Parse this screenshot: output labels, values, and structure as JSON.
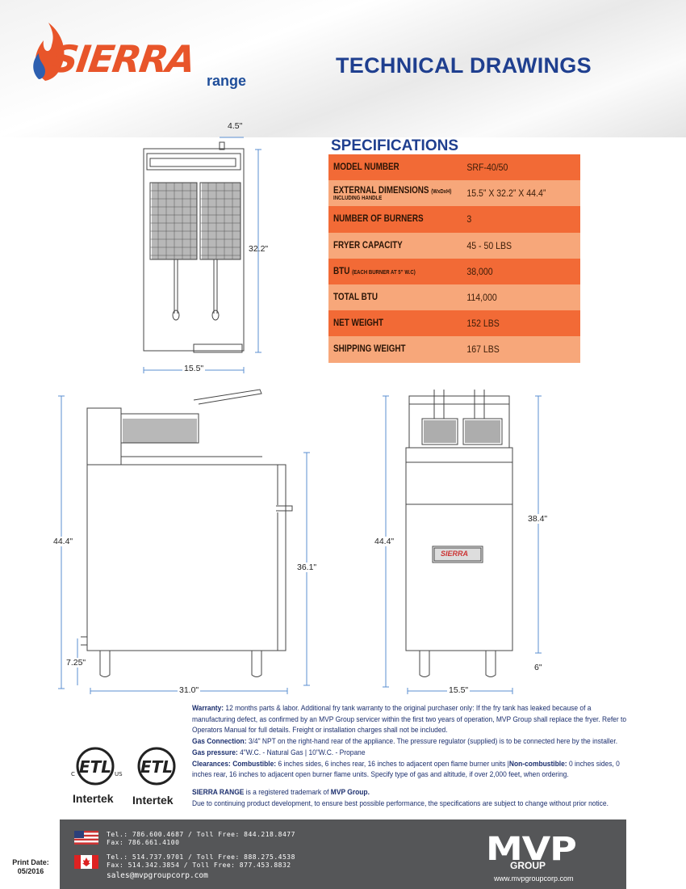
{
  "brand": {
    "logo_text": "SIERRA",
    "logo_sub": "range"
  },
  "page_title": "TECHNICAL DRAWINGS",
  "specifications": {
    "title": "SPECIFICATIONS",
    "rows": [
      {
        "label": "MODEL NUMBER",
        "note": "",
        "sub": "",
        "value": "SRF-40/50"
      },
      {
        "label": "EXTERNAL DIMENSIONS",
        "note": "(WxDxH)",
        "sub": "INCLUDING HANDLE",
        "value": "15.5” X 32.2” X 44.4”"
      },
      {
        "label": "NUMBER OF BURNERS",
        "note": "",
        "sub": "",
        "value": "3"
      },
      {
        "label": "FRYER CAPACITY",
        "note": "",
        "sub": "",
        "value": "45 - 50 LBS"
      },
      {
        "label": "BTU",
        "note": "(EACH BURNER AT 5” W.C)",
        "sub": "",
        "value": "38,000"
      },
      {
        "label": "TOTAL BTU",
        "note": "",
        "sub": "",
        "value": "114,000"
      },
      {
        "label": "NET WEIGHT",
        "note": "",
        "sub": "",
        "value": "152 LBS"
      },
      {
        "label": "SHIPPING WEIGHT",
        "note": "",
        "sub": "",
        "value": "167 LBS"
      }
    ]
  },
  "dimensions": {
    "top_width_small": "4.5\"",
    "top_depth": "32.2\"",
    "top_width": "15.5\"",
    "side_height": "44.4\"",
    "side_body_height": "36.1\"",
    "side_leg_height": "7.25\"",
    "side_depth": "31.0\"",
    "front_height": "44.4\"",
    "front_body_height": "38.4\"",
    "front_leg": "6\"",
    "front_width": "15.5\""
  },
  "front_badge": "SIERRA",
  "notes": {
    "warranty_label": "Warranty:",
    "warranty_text": "12 months parts & labor. Additional fry tank warranty to the original purchaser only: If the fry tank has leaked because of a manufacturing defect, as confirmed by an MVP Group servicer within the first two years of operation, MVP Group shall replace the fryer. Refer to Operators Manual for full details.  Freight or installation charges shall not be included.",
    "gas_connection_label": "Gas Connection:",
    "gas_connection_text": "3/4\" NPT on the right-hand rear of the appliance. The pressure regulator (supplied) is to be connected here by the installer.",
    "gas_pressure_label": "Gas pressure:",
    "gas_pressure_text": "4\"W.C. - Natural Gas | 10\"W.C. - Propane",
    "clearances_label": "Clearances:",
    "combustible_label": "Combustible:",
    "combustible_text": "6 inches sides, 6 inches rear, 16 inches to adjacent open flame burner units |",
    "noncombustible_label": "Non-combustible:",
    "noncombustible_text": "0 inches sides, 0 inches rear, 16 inches to adjacent open burner flame units. Specify type of gas and altitude, if over 2,000 feet, when ordering.",
    "trademark_brand": "SIERRA RANGE",
    "trademark_mid": "is a registered trademark of",
    "trademark_owner": "MVP Group.",
    "disclaimer": "Due to continuing product development, to ensure best possible performance, the specifications are subject to change without prior notice."
  },
  "certifications": [
    {
      "mark": "ETL",
      "c": "C",
      "us": "US",
      "name": "Intertek"
    },
    {
      "mark": "ETL",
      "c": "",
      "us": "",
      "name": "Intertek"
    }
  ],
  "footer": {
    "us_line1": "Tel.: 786.600.4687  /  Toll Free: 844.218.8477",
    "us_line2": "Fax: 786.661.4100",
    "ca_line1": "Tel.: 514.737.9701 / Toll Free: 888.275.4538",
    "ca_line2": "Fax: 514.342.3854 / Toll Free: 877.453.8832",
    "email": "sales@mvpgroupcorp.com",
    "company_logo": "MVP",
    "company_group": "GROUP",
    "website": "www.mvpgroupcorp.com"
  },
  "print_date_label": "Print Date:",
  "print_date_value": "05/2016",
  "colors": {
    "title_blue": "#1f3f8f",
    "spec_orange": "#f26a36",
    "spec_light": "#f7a77a",
    "dim_blue": "#5b8fd0",
    "footer_gray": "#555658"
  }
}
